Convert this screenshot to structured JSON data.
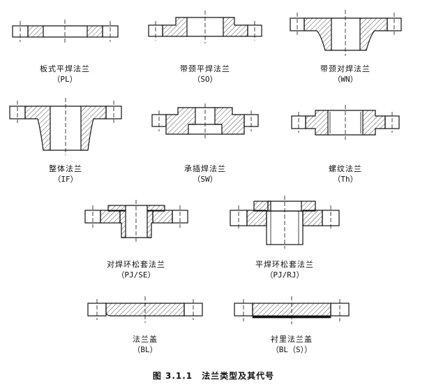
{
  "diagrams": [
    {
      "name": "板式平焊法兰",
      "code": "（PL）"
    },
    {
      "name": "带颈平焊法兰",
      "code": "（SO）"
    },
    {
      "name": "带颈对焊法兰",
      "code": "（WN）"
    },
    {
      "name": "整体法兰",
      "code": "（IF）"
    },
    {
      "name": "承插焊法兰",
      "code": "（SW）"
    },
    {
      "name": "螺纹法兰",
      "code": "（Th）"
    },
    {
      "name": "对焊环松套法兰",
      "code": "（PJ/SE）"
    },
    {
      "name": "平焊环松套法兰",
      "code": "（PJ/RJ）"
    },
    {
      "name": "法兰盖",
      "code": "（BL）"
    },
    {
      "name": "衬里法兰盖",
      "code": "（BL（S））"
    }
  ],
  "figure_title": "图 3.1.1　法兰类型及其代号"
}
